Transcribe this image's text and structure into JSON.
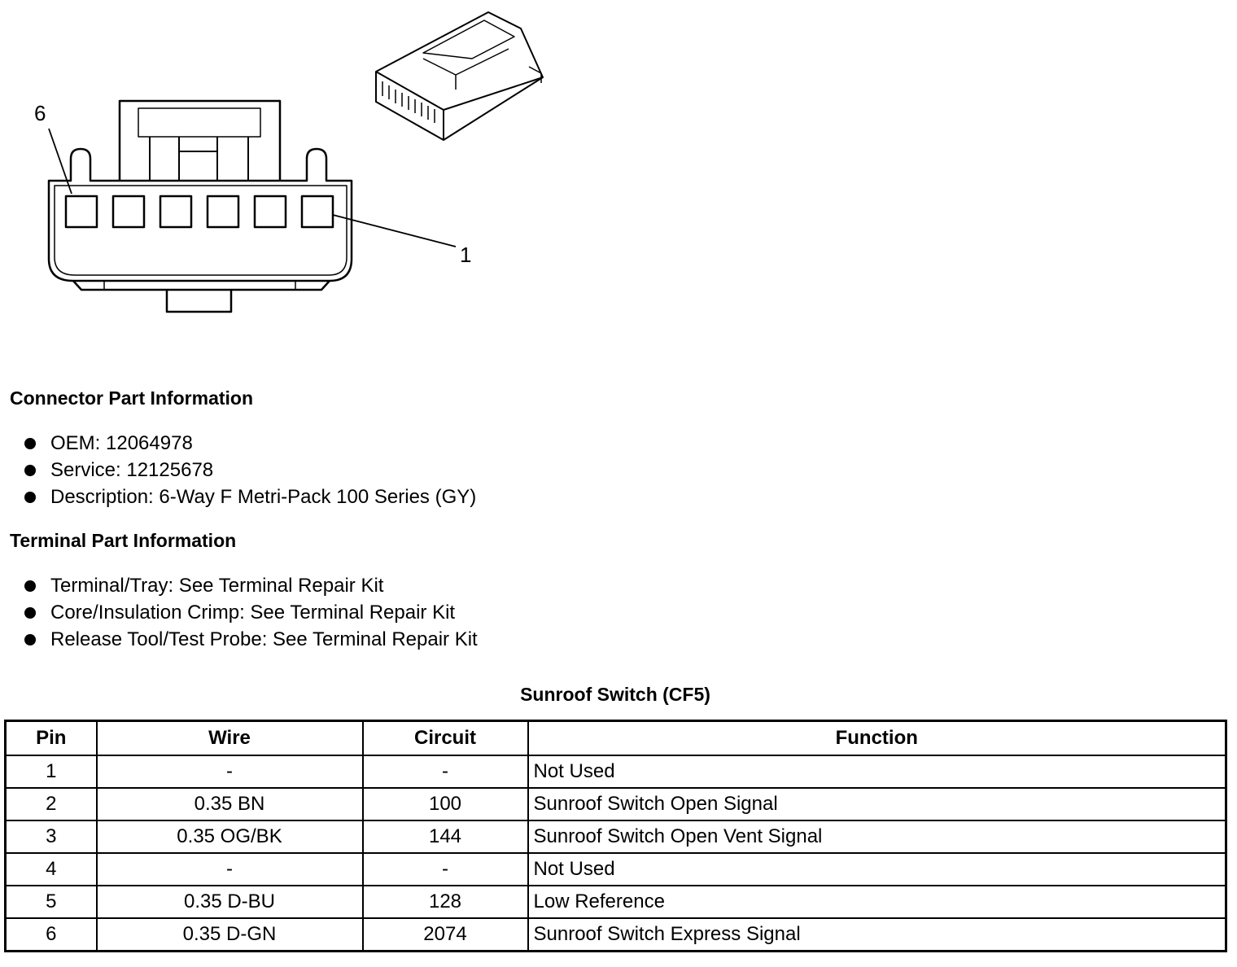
{
  "diagram": {
    "pin_label_left": "6",
    "pin_label_right": "1"
  },
  "connector_part": {
    "heading": "Connector Part Information",
    "items": [
      "OEM: 12064978",
      "Service: 12125678",
      "Description: 6-Way F Metri-Pack 100 Series (GY)"
    ]
  },
  "terminal_part": {
    "heading": "Terminal Part Information",
    "items": [
      "Terminal/Tray: See Terminal Repair Kit",
      "Core/Insulation Crimp: See Terminal Repair Kit",
      "Release Tool/Test Probe: See Terminal Repair Kit"
    ]
  },
  "table": {
    "title": "Sunroof Switch (CF5)",
    "headers": [
      "Pin",
      "Wire",
      "Circuit",
      "Function"
    ],
    "rows": [
      [
        "1",
        "-",
        "-",
        "Not Used"
      ],
      [
        "2",
        "0.35 BN",
        "100",
        "Sunroof Switch Open Signal"
      ],
      [
        "3",
        "0.35 OG/BK",
        "144",
        "Sunroof Switch Open Vent Signal"
      ],
      [
        "4",
        "-",
        "-",
        "Not Used"
      ],
      [
        "5",
        "0.35 D-BU",
        "128",
        "Low Reference"
      ],
      [
        "6",
        "0.35 D-GN",
        "2074",
        "Sunroof Switch Express Signal"
      ]
    ]
  }
}
